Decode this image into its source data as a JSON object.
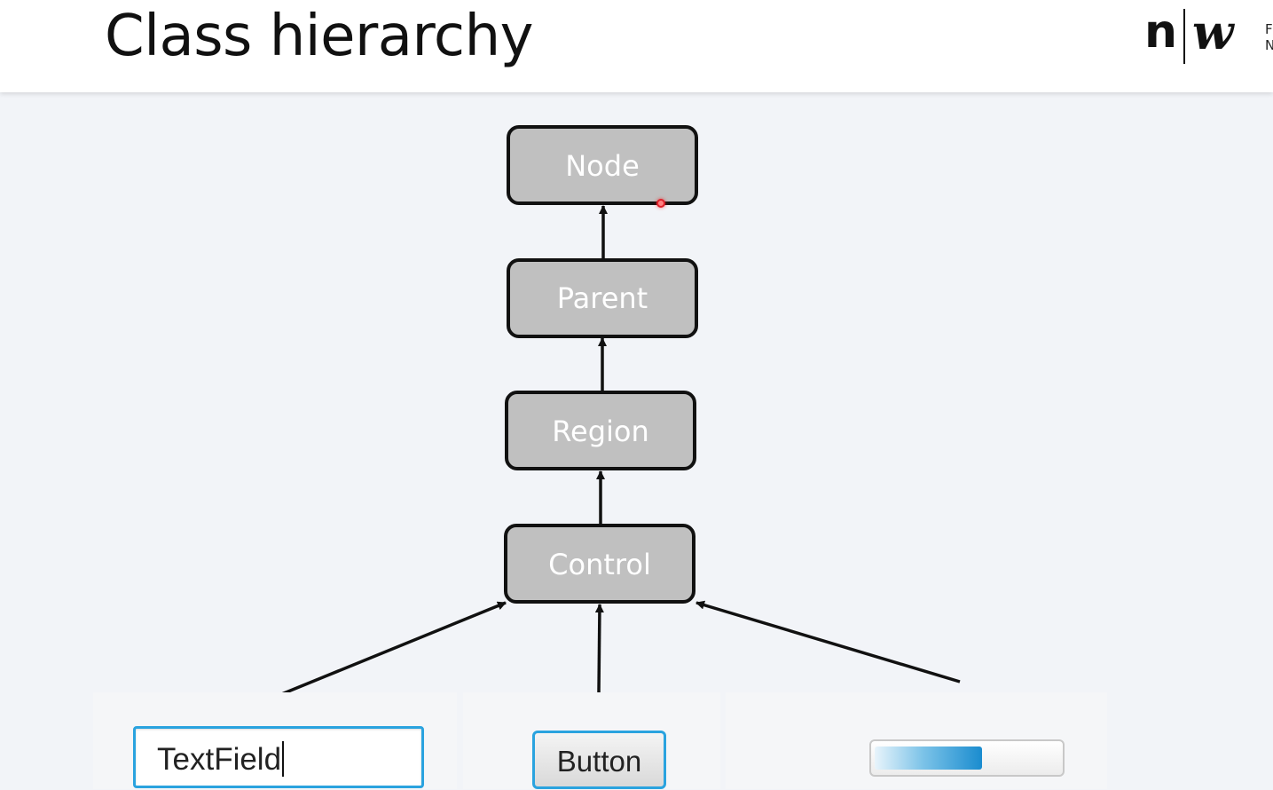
{
  "slide": {
    "title": "Class hierarchy"
  },
  "logo": {
    "left_mark": "n",
    "right_mark": "w",
    "edge_text": "F\nN"
  },
  "diagram": {
    "nodes": [
      {
        "id": "node",
        "label": "Node"
      },
      {
        "id": "parent",
        "label": "Parent"
      },
      {
        "id": "region",
        "label": "Region"
      },
      {
        "id": "control",
        "label": "Control"
      }
    ],
    "edges": [
      {
        "from": "parent",
        "to": "node"
      },
      {
        "from": "region",
        "to": "parent"
      },
      {
        "from": "control",
        "to": "region"
      },
      {
        "from": "textfield",
        "to": "control"
      },
      {
        "from": "button",
        "to": "control"
      },
      {
        "from": "progressbar",
        "to": "control"
      }
    ],
    "node_fill": "#c0c0c0",
    "node_border": "#111111",
    "node_text_color": "#ffffff",
    "arrow_color": "#111111"
  },
  "examples": {
    "textfield_value": "TextField",
    "button_label": "Button",
    "progress": 0.58,
    "focus_color": "#2aa3df"
  }
}
